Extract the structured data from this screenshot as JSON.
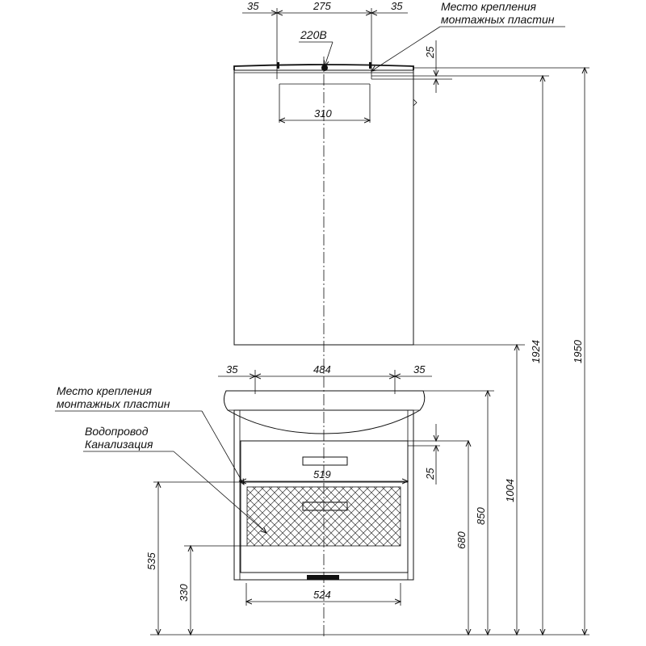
{
  "notes": {
    "mount_top_line1": "Место крепления",
    "mount_top_line2": "монтажных пластин",
    "mount_bottom_line1": "Место крепления",
    "mount_bottom_line2": "монтажных пластин",
    "water_line1": "Водопровод",
    "water_line2": "Канализация",
    "power": "220В"
  },
  "dimensions": {
    "mirror_left_offset": "35",
    "mirror_plate_span": "275",
    "mirror_right_offset": "35",
    "mirror_plate_height": "25",
    "mirror_inner_width": "310",
    "mirror_top_height": "1924",
    "overall_height": "1950",
    "cabinet_left_offset": "35",
    "cabinet_plate_span": "484",
    "cabinet_right_offset": "35",
    "drawer_width": "519",
    "drawer_plate_height": "25",
    "cabinet_top_height": "1004",
    "countertop_height": "850",
    "drawer_top_height": "680",
    "water_height": "535",
    "sewer_height": "330",
    "base_width": "524"
  }
}
